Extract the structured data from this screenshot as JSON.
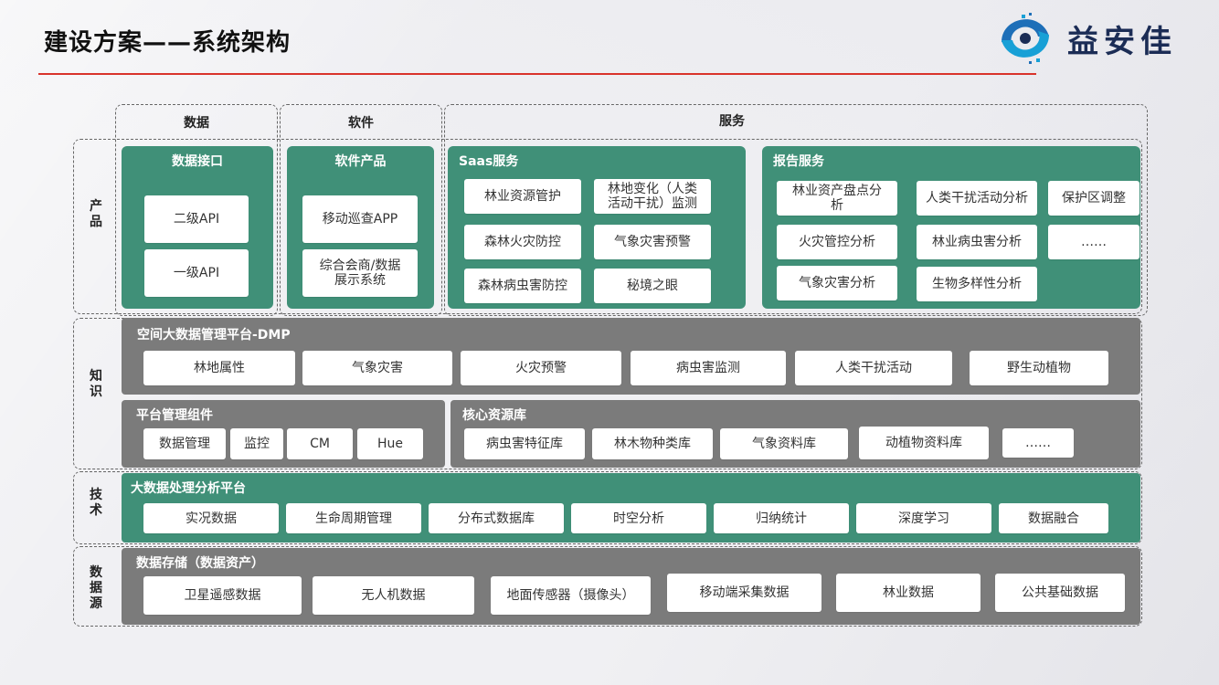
{
  "header": {
    "title": "建设方案——系统架构",
    "logo_text": "益安佳"
  },
  "colors": {
    "green_panel": "#409078",
    "gray_panel": "#7b7b7b",
    "accent_line": "#d9332b"
  },
  "columns": {
    "data": "数据",
    "software": "软件",
    "service": "服务"
  },
  "rows": {
    "product": "产\n品",
    "knowledge": "知\n识",
    "tech": "技\n术",
    "source": "数\n据\n源"
  },
  "product": {
    "data_interface": {
      "title": "数据接口",
      "items": [
        "二级API",
        "一级API"
      ]
    },
    "software_product": {
      "title": "软件产品",
      "items": [
        "移动巡查APP",
        "综合会商/数据\n展示系统"
      ]
    },
    "saas": {
      "title": "Saas服务",
      "items": [
        "林业资源管护",
        "林地变化（人类\n活动干扰）监测",
        "森林火灾防控",
        "气象灾害预警",
        "森林病虫害防控",
        "秘境之眼"
      ]
    },
    "report": {
      "title": "报告服务",
      "items": [
        "林业资产盘点分\n析",
        "人类干扰活动分析",
        "保护区调整",
        "火灾管控分析",
        "林业病虫害分析",
        "……",
        "气象灾害分析",
        "生物多样性分析"
      ]
    }
  },
  "knowledge": {
    "dmp": {
      "title": "空间大数据管理平台-DMP",
      "items": [
        "林地属性",
        "气象灾害",
        "火灾预警",
        "病虫害监测",
        "人类干扰活动",
        "野生动植物"
      ]
    },
    "platform": {
      "title": "平台管理组件",
      "items": [
        "数据管理",
        "监控",
        "CM",
        "Hue"
      ]
    },
    "core": {
      "title": "核心资源库",
      "items": [
        "病虫害特征库",
        "林木物种类库",
        "气象资料库",
        "动植物资料库",
        "……"
      ]
    }
  },
  "tech": {
    "title": "大数据处理分析平台",
    "items": [
      "实况数据",
      "生命周期管理",
      "分布式数据库",
      "时空分析",
      "归纳统计",
      "深度学习",
      "数据融合"
    ]
  },
  "source": {
    "title": "数据存储（数据资产）",
    "items": [
      "卫星遥感数据",
      "无人机数据",
      "地面传感器（摄像头）",
      "移动端采集数据",
      "林业数据",
      "公共基础数据"
    ]
  }
}
